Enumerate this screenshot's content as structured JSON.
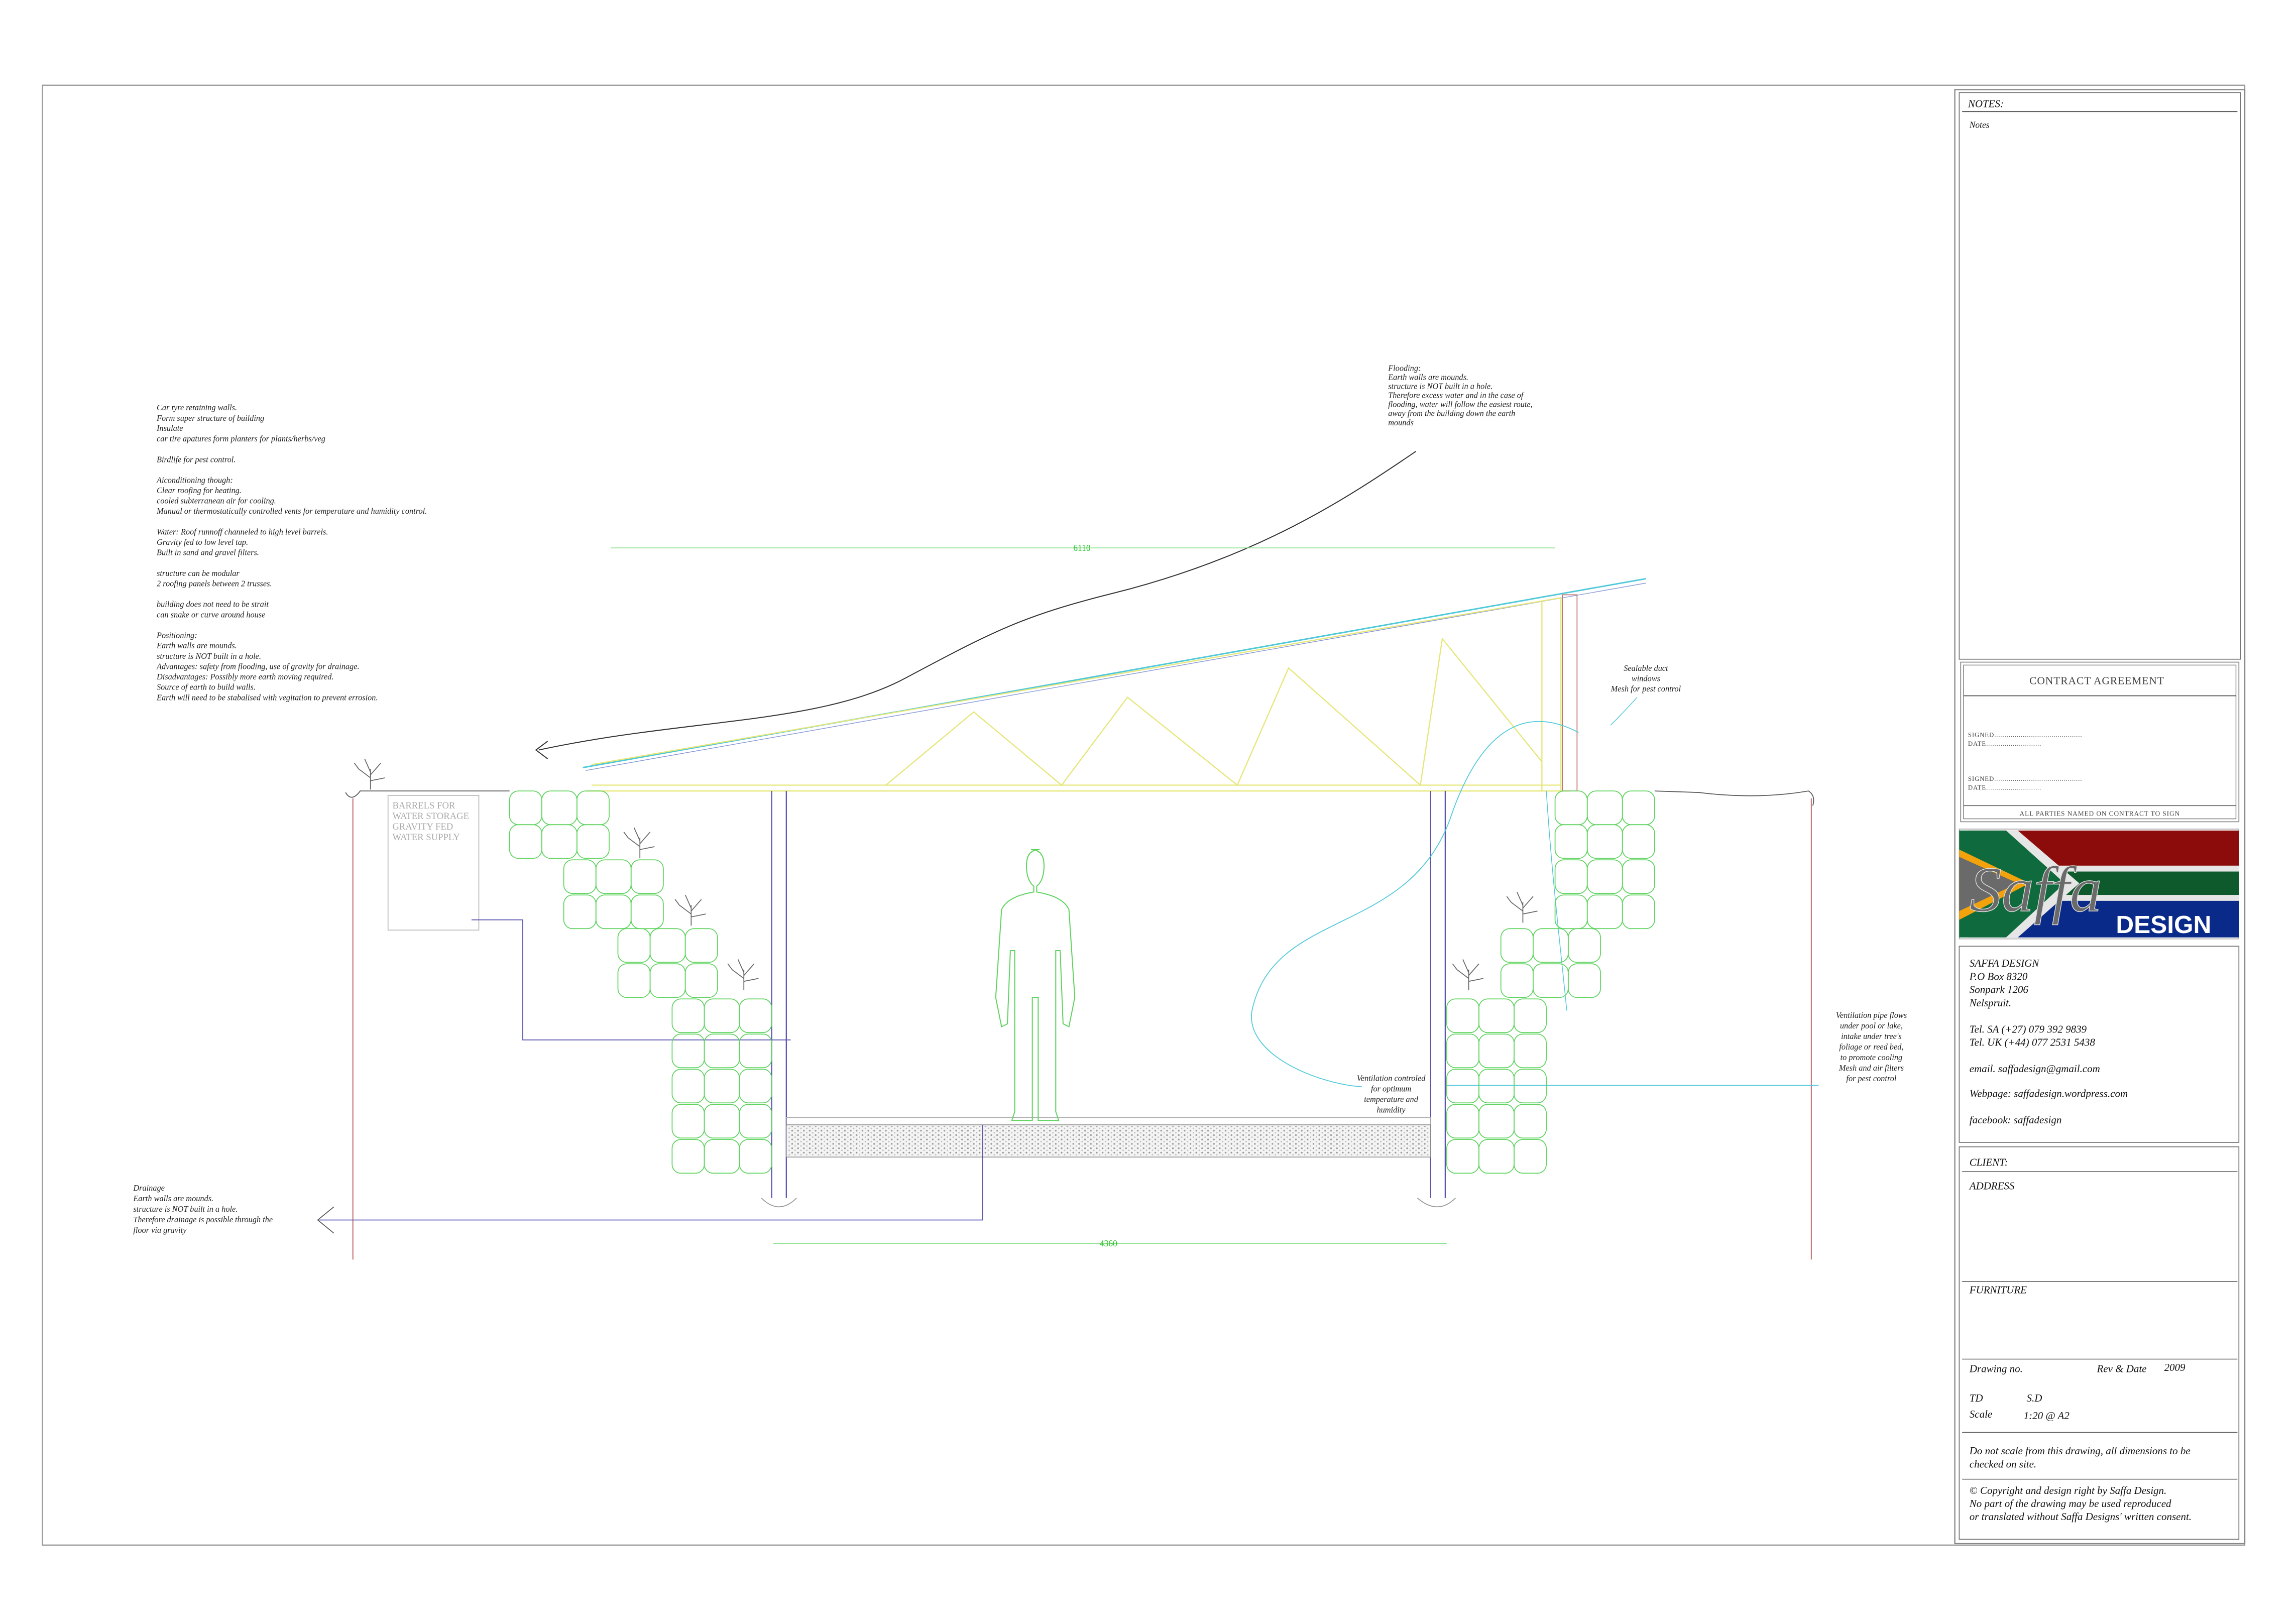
{
  "notes_left": [
    "Car tyre retaining walls.",
    "Form super structure of building",
    "Insulate",
    "car tire apatures form planters for plants/herbs/veg",
    "",
    "Birdlife for pest control.",
    "",
    "Aiconditioning though:",
    "Clear roofing for heating.",
    "cooled subterranean air for cooling.",
    "Manual or thermostatically controlled vents for temperature and humidity control.",
    "",
    "Water: Roof runnoff channeled to high level barrels.",
    "Gravity fed to low level tap.",
    "Built in sand and gravel filters.",
    "",
    "structure can be modular",
    "2 roofing panels between 2 trusses.",
    "",
    "building does not need to be strait",
    "can snake or curve around house",
    "",
    "Positioning:",
    "Earth walls are mounds.",
    "structure is NOT built in a hole.",
    "Advantages: safety from flooding, use of gravity for drainage.",
    "Disadvantages: Possibly more earth moving required.",
    "Source of earth to build walls.",
    "Earth will need to be stabalised with vegitation to prevent errosion."
  ],
  "notes_flooding": [
    "Flooding:",
    "Earth walls are mounds.",
    "structure is NOT built in a hole.",
    "Therefore excess water and in the case of",
    "flooding, water will follow the easiest route,",
    "away from the building down the earth",
    "mounds"
  ],
  "notes_drainage": [
    "Drainage",
    "Earth walls are mounds.",
    "structure is NOT built in a hole.",
    "Therefore drainage is possible through the",
    "floor via gravity"
  ],
  "notes_duct": [
    "Sealable duct",
    "windows",
    "Mesh for pest control"
  ],
  "notes_vent_pipe": [
    "Ventilation pipe flows",
    "under pool or lake,",
    "intake under tree's",
    "foliage or reed bed,",
    "to promote cooling",
    "Mesh and air filters",
    "for pest control"
  ],
  "notes_vent_control": [
    "Ventilation controled",
    "for optimum",
    "temperature and",
    "humidity"
  ],
  "barrels_label": [
    "BARRELS FOR",
    "WATER STORAGE",
    "GRAVITY FED",
    "WATER SUPPLY"
  ],
  "dimensions": {
    "roof": "6110",
    "floor": "4360"
  },
  "colors": {
    "tyre": "#5fd35f",
    "truss": "#e6e67a",
    "roof": "#4fc9d9",
    "post": "#5a55b0",
    "dimension": "#1fc21f",
    "boundary": "#c07070"
  },
  "title_block": {
    "notes_heading": "NOTES:",
    "notes_text": "Notes",
    "contract": {
      "title": "CONTRACT AGREEMENT",
      "signed_1": "SIGNED...........................................",
      "date_1": "DATE...........................",
      "signed_2": "SIGNED...........................................",
      "date_2": "DATE...........................",
      "footer": "ALL PARTIES NAMED ON CONTRACT TO SIGN"
    },
    "logo": {
      "script": "Saffa",
      "word": "DESIGN"
    },
    "company": {
      "name": "SAFFA DESIGN",
      "po_box": "P.O Box 8320",
      "suburb": "Sonpark 1206",
      "city": "Nelspruit.",
      "tel_sa": "Tel. SA  (+27) 079 392 9839",
      "tel_uk": "Tel. UK (+44) 077 2531 5438",
      "email": "email. saffadesign@gmail.com",
      "webpage": "Webpage: saffadesign.wordpress.com",
      "facebook": "facebook: saffadesign"
    },
    "client_label": "CLIENT:",
    "address_label": "ADDRESS",
    "furniture_label": "FURNITURE",
    "drawing_no_label": "Drawing no.",
    "rev_date_label": "Rev & Date",
    "rev_date_value": "2009",
    "td_label": "TD",
    "td_value": "S.D",
    "scale_label": "Scale",
    "scale_value": "1:20 @ A2",
    "disclaimer": [
      "Do not scale from this drawing, all dimensions to be",
      "checked on site."
    ],
    "copyright": [
      "© Copyright and design right by Saffa Design.",
      "No part of the drawing may be used reproduced",
      "or translated without Saffa Designs' written consent."
    ]
  }
}
